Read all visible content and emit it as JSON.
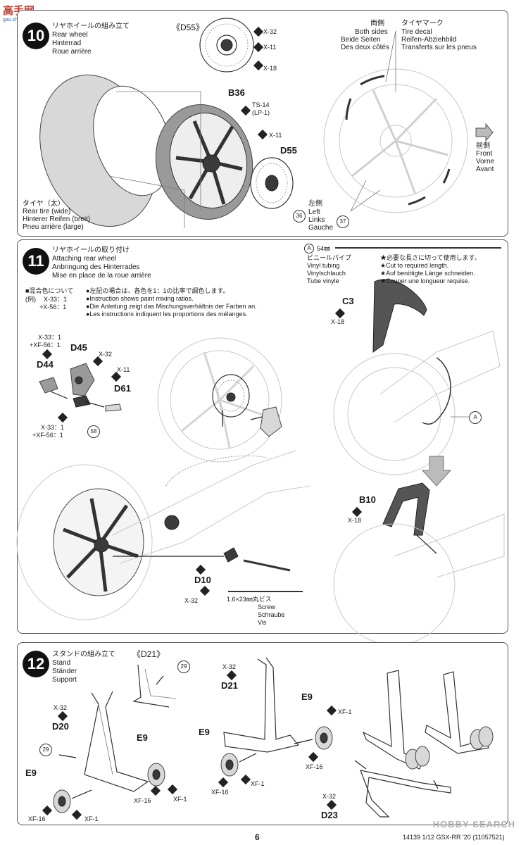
{
  "site_logo": {
    "main": "高手网",
    "sub": "gao.shou.com"
  },
  "step10": {
    "number": "10",
    "title_jp": "リヤホイールの組み立て",
    "title_en": "Rear wheel",
    "title_de": "Hinterrad",
    "title_fr": "Roue arrière",
    "detail_label": "《D55》",
    "detail_paint": [
      "X-32",
      "X-11",
      "X-18"
    ],
    "b36": "B36",
    "b36_paint": [
      "TS-14",
      "(LP-1)"
    ],
    "b36_paint2": "X-11",
    "d55": "D55",
    "tire_jp": "タイヤ（太）",
    "tire_en": "Rear tire (wide)",
    "tire_de": "Hinterer Reifen (breit)",
    "tire_fr": "Pneu arrière (large)",
    "both_jp": "両側",
    "both_en": "Both sides",
    "both_de": "Beide Seiten",
    "both_fr": "Des deux côtés",
    "decal_jp": "タイヤマーク",
    "decal_en": "Tire decal",
    "decal_de": "Reifen-Abziehbild",
    "decal_fr": "Transferts sur les pneus",
    "front_jp": "前側",
    "front_en": "Front",
    "front_de": "Vorne",
    "front_fr": "Avant",
    "left_jp": "左側",
    "left_en": "Left",
    "left_de": "Links",
    "left_fr": "Gauche",
    "decal_nums": [
      "36",
      "37"
    ]
  },
  "step11": {
    "number": "11",
    "title_jp": "リヤホイールの取り付け",
    "title_en": "Attaching rear wheel",
    "title_de": "Anbringung des Hinterrades",
    "title_fr": "Mise en place de la roue arrière",
    "mix_jp": "■混合色について",
    "mix_ex": "(例)",
    "mix_ex1": "X-33：1",
    "mix_ex2": "+X-56：1",
    "mix_notes": [
      "●左記の場合は、各色を1：1の比率で調色します。",
      "●Instruction shows paint mixing ratios.",
      "●Die Anleitung zeigt das Mischungsverhältnis der Farben an.",
      "●Les instructions indiquent les proportions des mélanges."
    ],
    "tube_letter": "A",
    "tube_len": "54㎜",
    "tube_jp": "ビニールパイプ",
    "tube_en": "Vinyl tubing",
    "tube_de": "Vinylschlauch",
    "tube_fr": "Tube vinyle",
    "cut_notes": [
      "★必要な長さに切って使用します。",
      "★Cut to required length.",
      "★Auf benötigte Länge schneiden.",
      "★Couper une longueur requise."
    ],
    "c3": "C3",
    "c3_paint": "X-18",
    "d44_paint": [
      "X-33：1",
      "+XF-56：1"
    ],
    "d44": "D44",
    "d45": "D45",
    "d45_paint": "X-32",
    "d61": "D61",
    "d61_paint": "X-11",
    "d44_paint2": [
      "X-33：1",
      "+XF-56：1"
    ],
    "decal58": "58",
    "b10": "B10",
    "b10_paint": "X-18",
    "d10": "D10",
    "d10_paint": "X-32",
    "screw_size": "1.6×23㎜丸ビス",
    "screw_en": "Screw",
    "screw_de": "Schraube",
    "screw_fr": "Vis"
  },
  "step12": {
    "number": "12",
    "title_jp": "スタンドの組み立て",
    "title_en": "Stand",
    "title_de": "Ständer",
    "title_fr": "Support",
    "detail_label": "《D21》",
    "decal29a": "29",
    "decal29b": "29",
    "d20": "D20",
    "d20_paint": "X-32",
    "e9a": "E9",
    "e9a_paint": [
      "XF-16",
      "XF-1"
    ],
    "e9b": "E9",
    "e9b_paint": [
      "XF-16",
      "XF-1"
    ],
    "d21": "D21",
    "d21_paint": "X-32",
    "e9c": "E9",
    "e9c_paint": [
      "XF-1",
      "XF-16"
    ],
    "e9d": "E9",
    "e9d_paint": [
      "XF-16",
      "XF-1"
    ],
    "d23": "D23",
    "d23_paint": "X-32"
  },
  "footer": {
    "page": "6",
    "code": "14139 1/12 GSX-RR '20 (11057521)",
    "watermark": "HOBBY SEARCH"
  }
}
